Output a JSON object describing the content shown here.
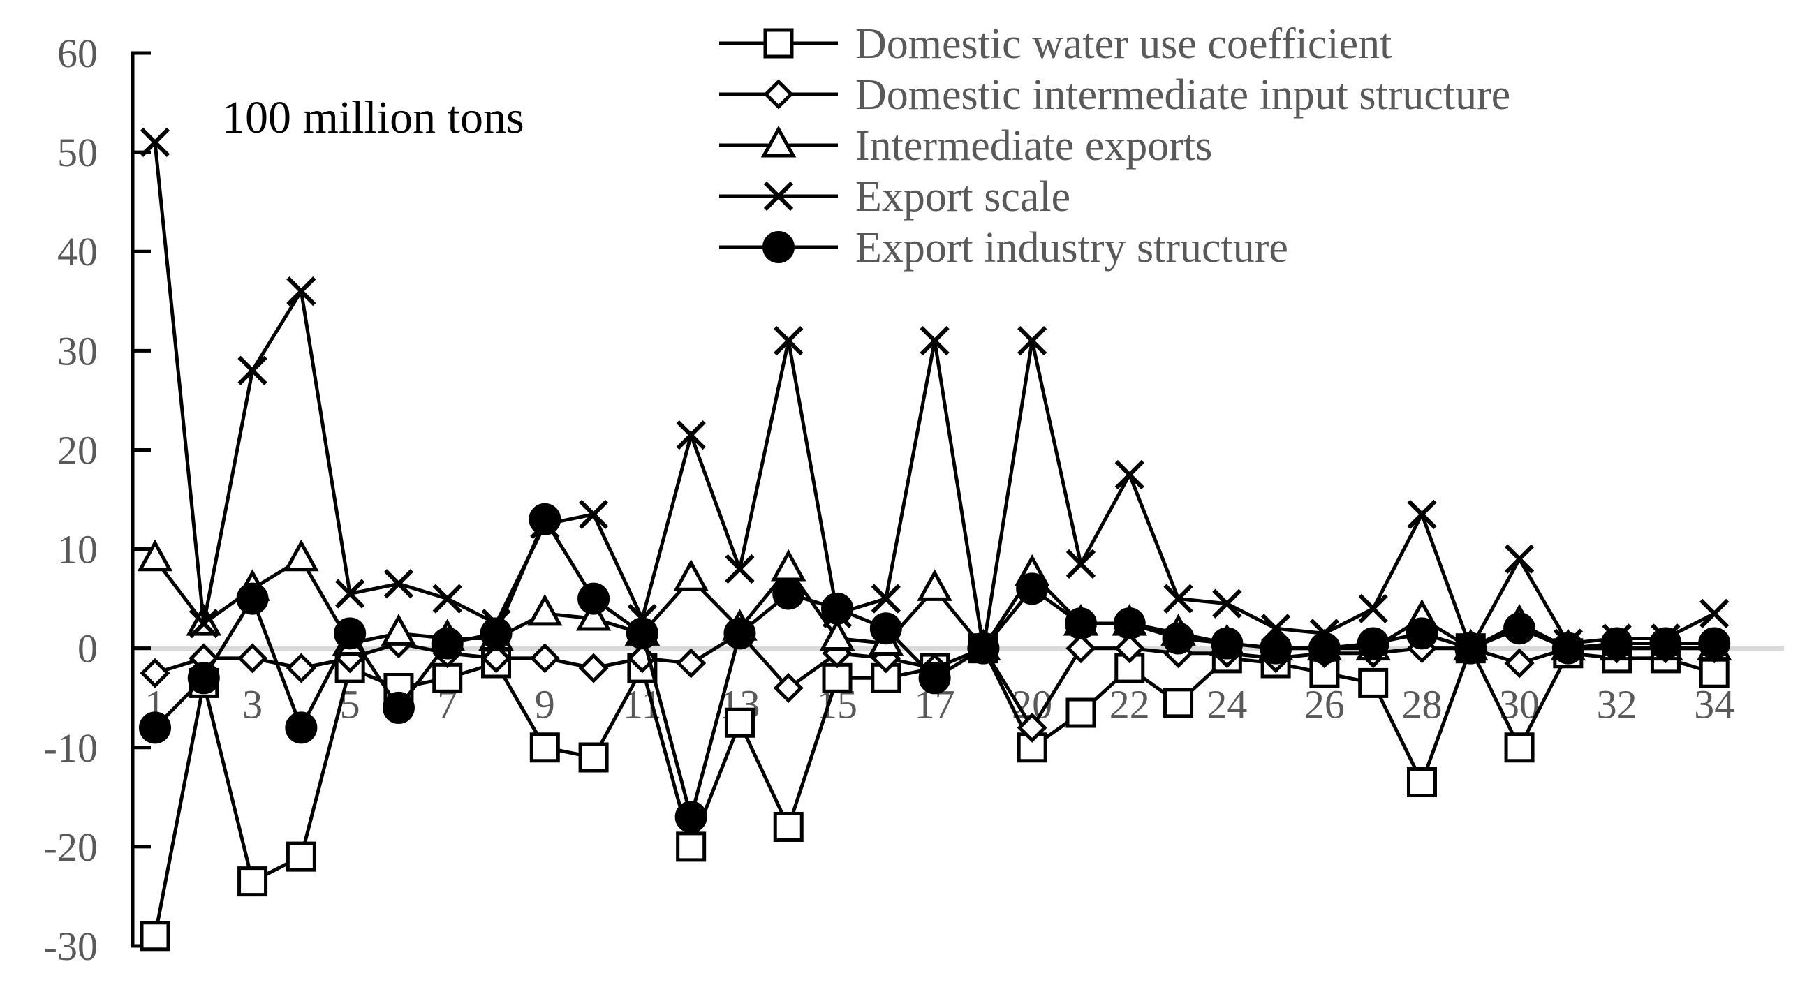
{
  "chart_data": {
    "type": "line",
    "unit_label": "100 million tons",
    "ylim": [
      -30,
      60
    ],
    "y_ticks": [
      -30,
      -20,
      -10,
      0,
      10,
      20,
      30,
      40,
      50,
      60
    ],
    "x": [
      1,
      2,
      3,
      4,
      5,
      6,
      7,
      8,
      9,
      10,
      11,
      12,
      13,
      14,
      15,
      16,
      17,
      18,
      19,
      20,
      21,
      22,
      23,
      24,
      25,
      26,
      27,
      28,
      29,
      30,
      31,
      32,
      33,
      34
    ],
    "x_tick_labels": [
      "1",
      "3",
      "5",
      "7",
      "9",
      "11",
      "13",
      "15",
      "17",
      "20",
      "22",
      "24",
      "26",
      "28",
      "30",
      "32",
      "34"
    ],
    "x_tick_positions": [
      1,
      3,
      5,
      7,
      9,
      11,
      13,
      15,
      17,
      19,
      21,
      23,
      25,
      27,
      29,
      31,
      33
    ],
    "grid": false,
    "legend_position": "top-right",
    "zero_line_color": "#d9d9d9",
    "series": [
      {
        "name": "Domestic water use coefficient",
        "marker": "square-open",
        "values": [
          -29,
          -3.5,
          -23.5,
          -21,
          -2,
          -4,
          -3,
          -1.5,
          -10,
          -11,
          -2,
          -20,
          -7.5,
          -18,
          -3,
          -3,
          -2,
          0,
          -10,
          -6.5,
          -2,
          -5.5,
          -1,
          -1.5,
          -2.5,
          -3.5,
          -13.5,
          0,
          -10,
          -0.5,
          -1,
          -1,
          -2.5
        ]
      },
      {
        "name": "Domestic intermediate input structure",
        "marker": "diamond-open",
        "values": [
          -2.5,
          -1,
          -1,
          -2,
          -1,
          0.5,
          -0.5,
          -1,
          -1,
          -2,
          -1,
          -1.5,
          1.5,
          -4,
          -0.5,
          -1,
          -2,
          0,
          -8,
          0,
          0,
          -0.5,
          -0.5,
          -1,
          -0.5,
          -0.5,
          0,
          0,
          -1.5,
          0,
          0,
          0,
          0
        ]
      },
      {
        "name": "Intermediate exports",
        "marker": "triangle-open",
        "values": [
          9,
          2.5,
          6,
          9,
          0.5,
          1.5,
          1,
          1,
          3.5,
          3,
          1.5,
          7,
          2,
          8,
          1,
          0.5,
          6,
          0,
          7.5,
          2.5,
          2.5,
          1.5,
          0.5,
          0,
          0,
          0,
          3,
          0,
          2.5,
          0,
          0,
          0,
          0
        ]
      },
      {
        "name": "Export scale",
        "marker": "x",
        "values": [
          51,
          2.5,
          28,
          36,
          5.5,
          6.5,
          5,
          2.5,
          12.5,
          13.5,
          3,
          21.5,
          8,
          31,
          3.5,
          5,
          31,
          0,
          31,
          8.5,
          17.5,
          5,
          4.5,
          2,
          1.5,
          4,
          13.5,
          0,
          9,
          0.5,
          1,
          1,
          3.5
        ]
      },
      {
        "name": "Export industry structure",
        "marker": "circle-filled",
        "values": [
          -8,
          -3,
          5,
          -8,
          1.5,
          -6,
          0.5,
          1.5,
          13,
          5,
          1.5,
          -17,
          1.5,
          5.5,
          4,
          2,
          -3,
          0,
          6,
          2.5,
          2.5,
          1,
          0.5,
          0,
          0,
          0.5,
          1.5,
          0,
          2,
          0,
          0.5,
          0.5,
          0.5
        ]
      }
    ]
  }
}
